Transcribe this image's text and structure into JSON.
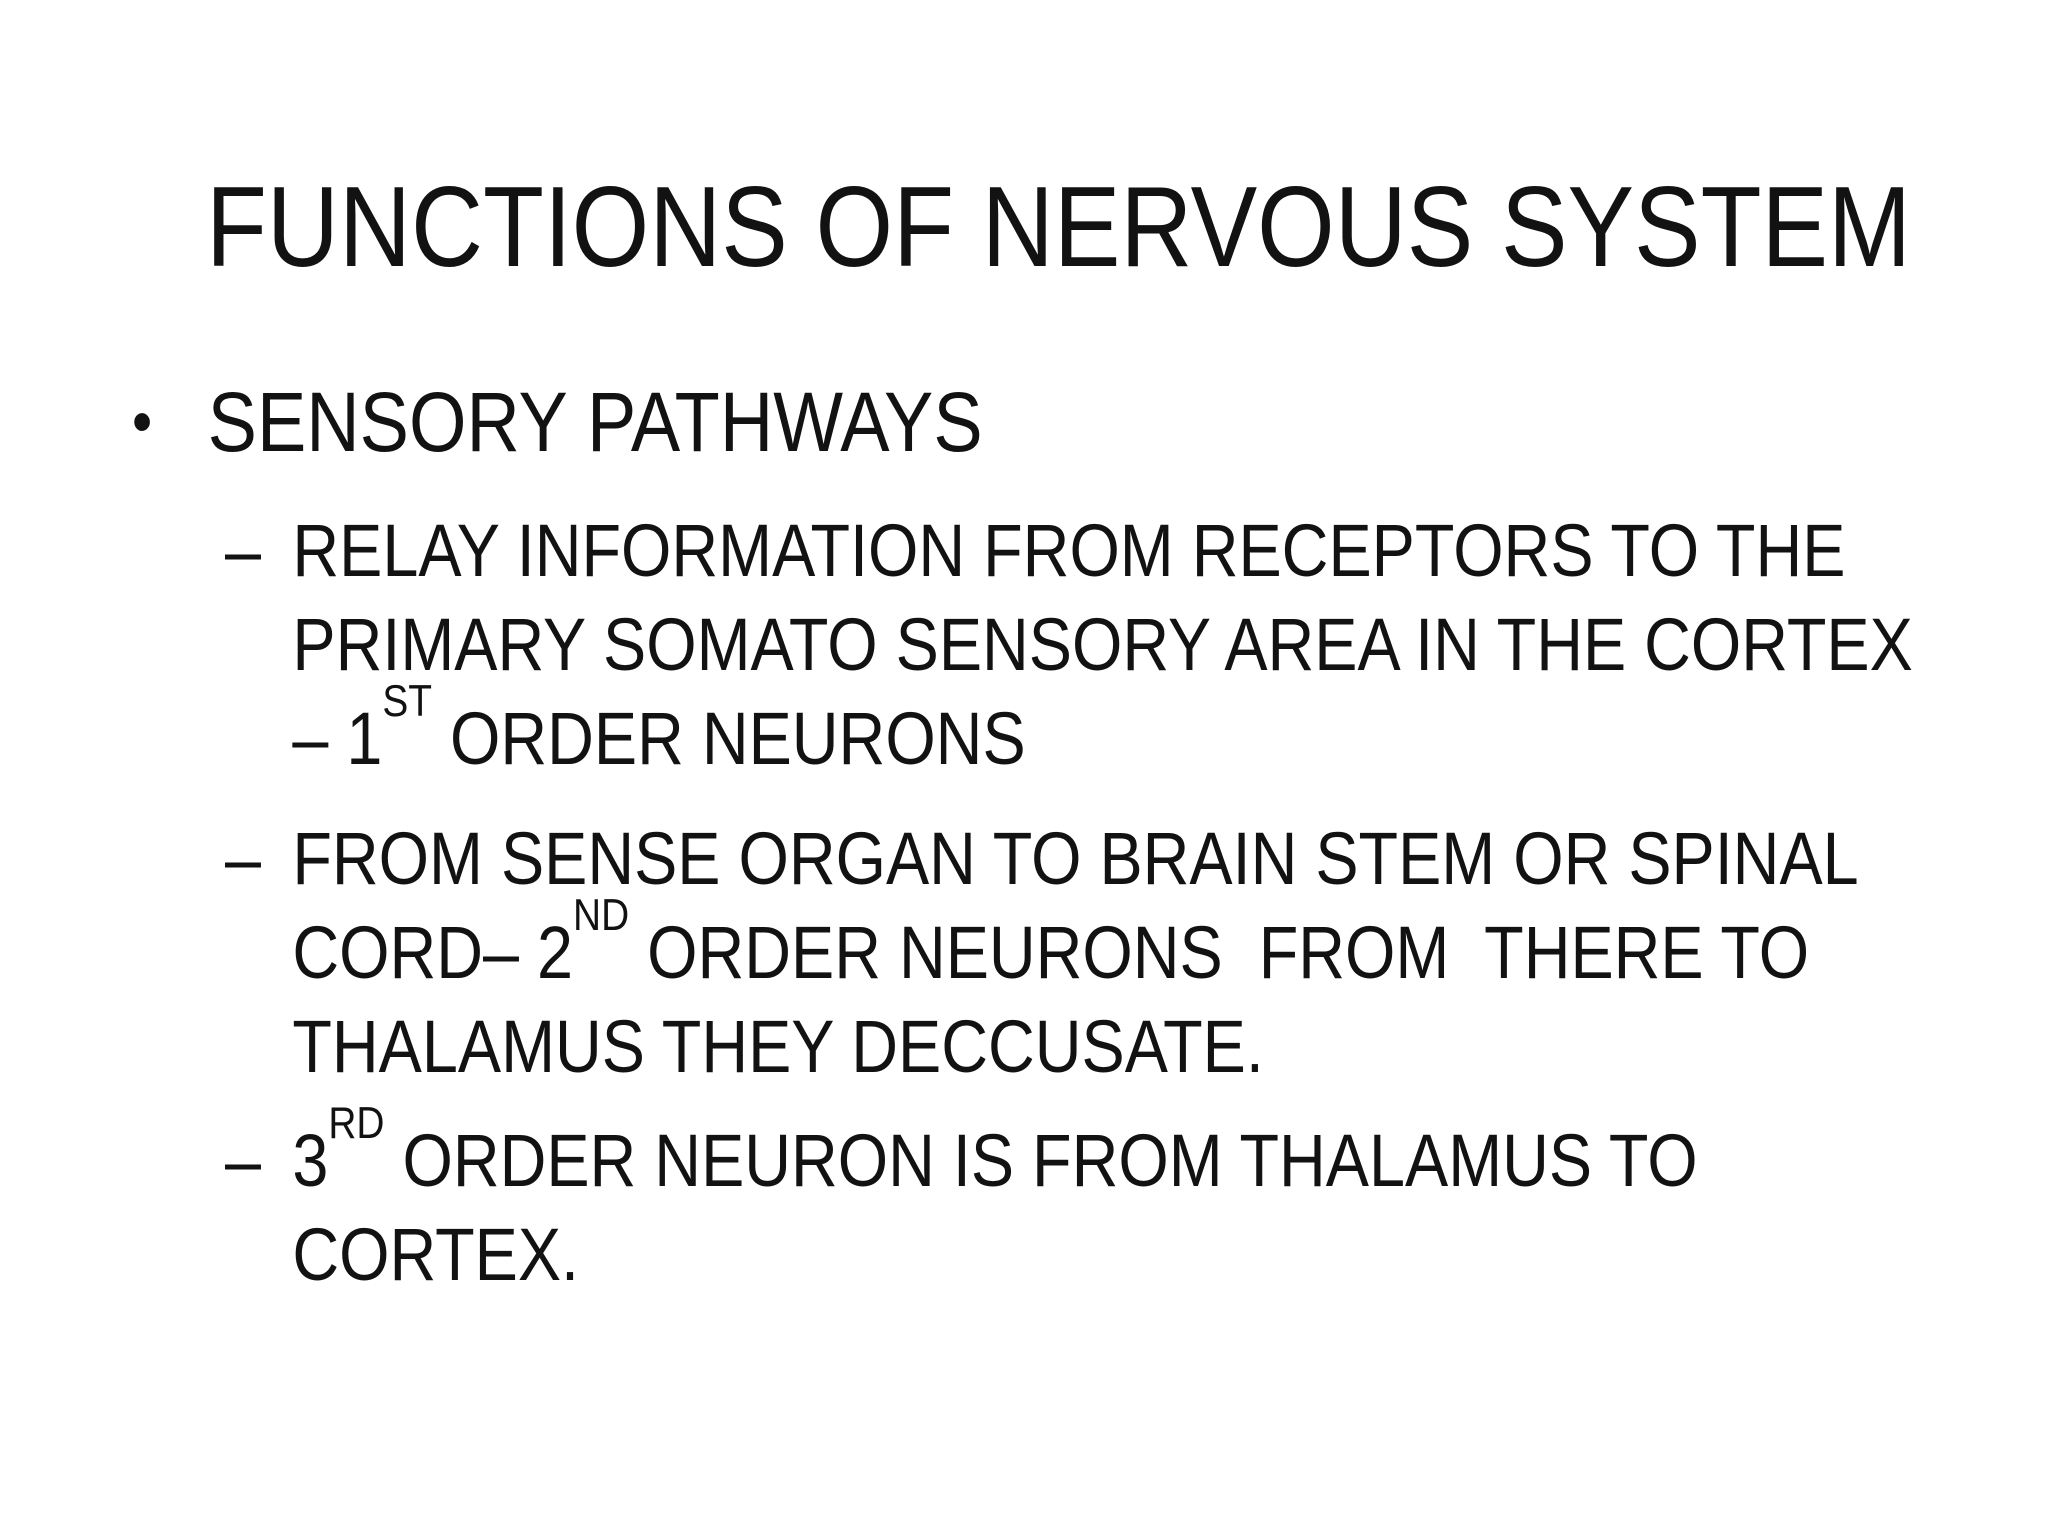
{
  "slide": {
    "title": "FUNCTIONS OF NERVOUS SYSTEM",
    "bullet": {
      "marker": "•",
      "text": "SENSORY PATHWAYS"
    },
    "sub_bullets": [
      {
        "marker": "–",
        "lines": [
          "RELAY INFORMATION FROM RECEPTORS TO THE",
          "PRIMARY SOMATO SENSORY AREA IN THE CORTEX",
          "– 1^{ST} ORDER NEURONS"
        ]
      },
      {
        "marker": "–",
        "lines": [
          "FROM SENSE ORGAN TO BRAIN STEM OR SPINAL",
          "CORD– 2^{ND} ORDER NEURONS  FROM  THERE TO",
          "THALAMUS THEY DECCUSATE."
        ]
      },
      {
        "marker": "–",
        "lines": [
          "3^{RD} ORDER NEURON IS FROM THALAMUS TO",
          "CORTEX."
        ]
      }
    ],
    "colors": {
      "background": "#ffffff",
      "text": "#121212"
    }
  }
}
